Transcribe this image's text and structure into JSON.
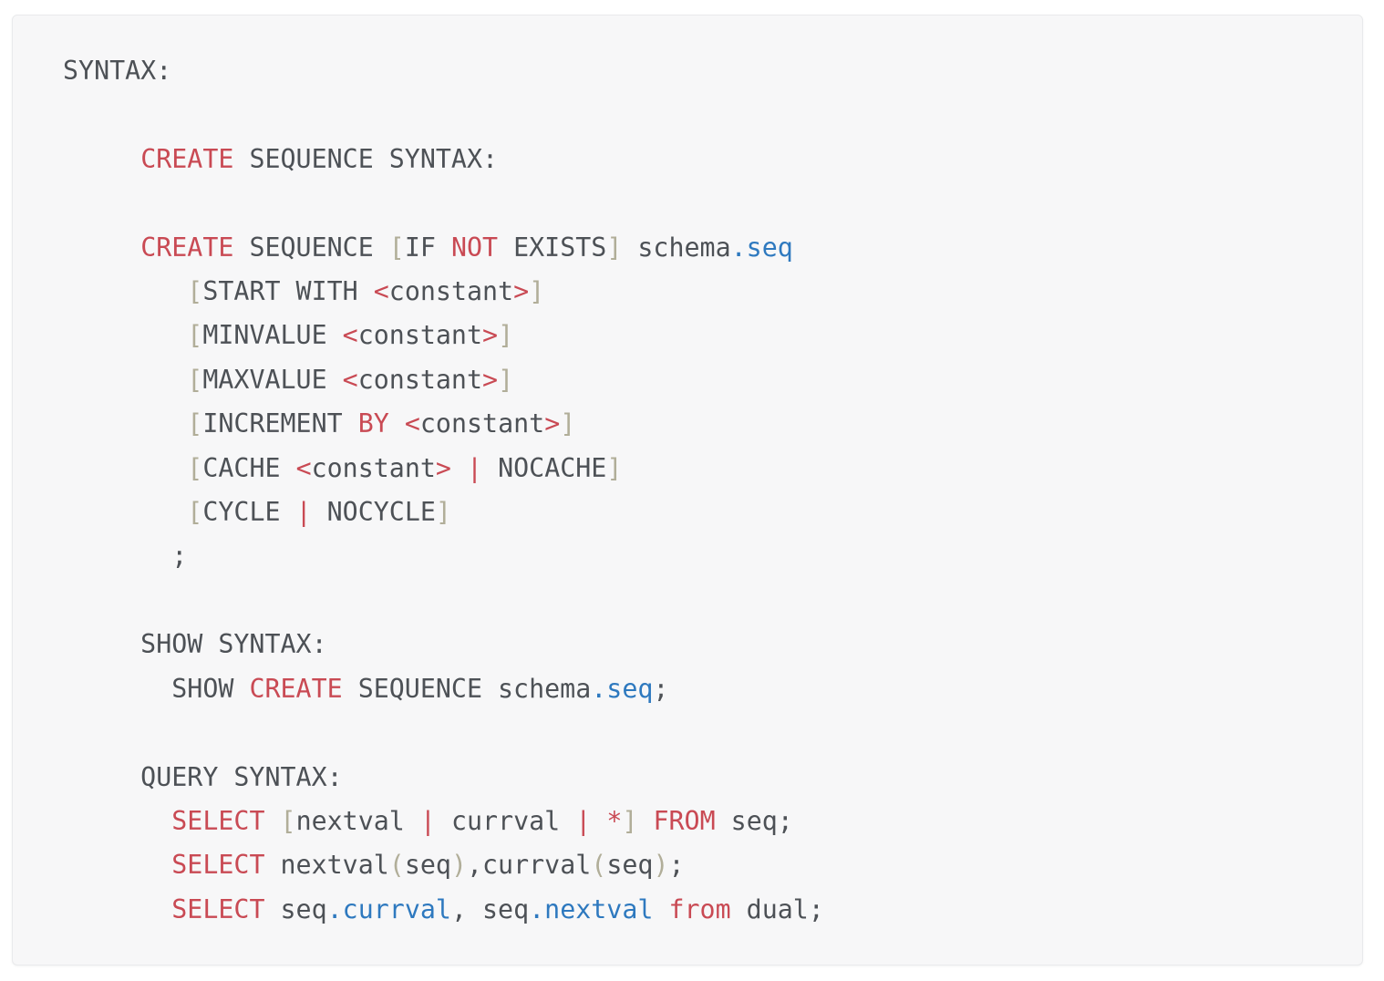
{
  "page": {
    "background_color": "#ffffff"
  },
  "code_block": {
    "language": "sql",
    "background_color": "#f7f7f8",
    "border_color": "#e9eaec",
    "colors": {
      "p": "#4d5156",
      "k": "#c94a54",
      "e": "#2e79bf",
      "b": "#b1ae99"
    },
    "color_roles": {
      "p": "plain-text",
      "k": "keyword-red",
      "e": "entity-blue",
      "b": "bracket-olive"
    },
    "lines": [
      [
        {
          "t": "SYNTAX:",
          "s": "p"
        }
      ],
      [],
      [
        {
          "t": "     ",
          "s": "p"
        },
        {
          "t": "CREATE",
          "s": "k"
        },
        {
          "t": " SEQUENCE SYNTAX:",
          "s": "p"
        }
      ],
      [],
      [
        {
          "t": "     ",
          "s": "p"
        },
        {
          "t": "CREATE",
          "s": "k"
        },
        {
          "t": " SEQUENCE ",
          "s": "p"
        },
        {
          "t": "[",
          "s": "b"
        },
        {
          "t": "IF ",
          "s": "p"
        },
        {
          "t": "NOT",
          "s": "k"
        },
        {
          "t": " EXISTS",
          "s": "p"
        },
        {
          "t": "]",
          "s": "b"
        },
        {
          "t": " schema",
          "s": "p"
        },
        {
          "t": ".seq",
          "s": "e"
        }
      ],
      [
        {
          "t": "        ",
          "s": "p"
        },
        {
          "t": "[",
          "s": "b"
        },
        {
          "t": "START WITH ",
          "s": "p"
        },
        {
          "t": "<",
          "s": "k"
        },
        {
          "t": "constant",
          "s": "p"
        },
        {
          "t": ">",
          "s": "k"
        },
        {
          "t": "]",
          "s": "b"
        }
      ],
      [
        {
          "t": "        ",
          "s": "p"
        },
        {
          "t": "[",
          "s": "b"
        },
        {
          "t": "MINVALUE ",
          "s": "p"
        },
        {
          "t": "<",
          "s": "k"
        },
        {
          "t": "constant",
          "s": "p"
        },
        {
          "t": ">",
          "s": "k"
        },
        {
          "t": "]",
          "s": "b"
        }
      ],
      [
        {
          "t": "        ",
          "s": "p"
        },
        {
          "t": "[",
          "s": "b"
        },
        {
          "t": "MAXVALUE ",
          "s": "p"
        },
        {
          "t": "<",
          "s": "k"
        },
        {
          "t": "constant",
          "s": "p"
        },
        {
          "t": ">",
          "s": "k"
        },
        {
          "t": "]",
          "s": "b"
        }
      ],
      [
        {
          "t": "        ",
          "s": "p"
        },
        {
          "t": "[",
          "s": "b"
        },
        {
          "t": "INCREMENT ",
          "s": "p"
        },
        {
          "t": "BY",
          "s": "k"
        },
        {
          "t": " ",
          "s": "p"
        },
        {
          "t": "<",
          "s": "k"
        },
        {
          "t": "constant",
          "s": "p"
        },
        {
          "t": ">",
          "s": "k"
        },
        {
          "t": "]",
          "s": "b"
        }
      ],
      [
        {
          "t": "        ",
          "s": "p"
        },
        {
          "t": "[",
          "s": "b"
        },
        {
          "t": "CACHE ",
          "s": "p"
        },
        {
          "t": "<",
          "s": "k"
        },
        {
          "t": "constant",
          "s": "p"
        },
        {
          "t": ">",
          "s": "k"
        },
        {
          "t": " ",
          "s": "p"
        },
        {
          "t": "|",
          "s": "k"
        },
        {
          "t": " NOCACHE",
          "s": "p"
        },
        {
          "t": "]",
          "s": "b"
        }
      ],
      [
        {
          "t": "        ",
          "s": "p"
        },
        {
          "t": "[",
          "s": "b"
        },
        {
          "t": "CYCLE ",
          "s": "p"
        },
        {
          "t": "|",
          "s": "k"
        },
        {
          "t": " NOCYCLE",
          "s": "p"
        },
        {
          "t": "]",
          "s": "b"
        }
      ],
      [
        {
          "t": "       ;",
          "s": "p"
        }
      ],
      [],
      [
        {
          "t": "     SHOW SYNTAX:",
          "s": "p"
        }
      ],
      [
        {
          "t": "       SHOW ",
          "s": "p"
        },
        {
          "t": "CREATE",
          "s": "k"
        },
        {
          "t": " SEQUENCE schema",
          "s": "p"
        },
        {
          "t": ".seq",
          "s": "e"
        },
        {
          "t": ";",
          "s": "p"
        }
      ],
      [],
      [
        {
          "t": "     QUERY SYNTAX:",
          "s": "p"
        }
      ],
      [
        {
          "t": "       ",
          "s": "p"
        },
        {
          "t": "SELECT",
          "s": "k"
        },
        {
          "t": " ",
          "s": "p"
        },
        {
          "t": "[",
          "s": "b"
        },
        {
          "t": "nextval ",
          "s": "p"
        },
        {
          "t": "|",
          "s": "k"
        },
        {
          "t": " currval ",
          "s": "p"
        },
        {
          "t": "|",
          "s": "k"
        },
        {
          "t": " ",
          "s": "p"
        },
        {
          "t": "*",
          "s": "k"
        },
        {
          "t": "]",
          "s": "b"
        },
        {
          "t": " ",
          "s": "p"
        },
        {
          "t": "FROM",
          "s": "k"
        },
        {
          "t": " seq;",
          "s": "p"
        }
      ],
      [
        {
          "t": "       ",
          "s": "p"
        },
        {
          "t": "SELECT",
          "s": "k"
        },
        {
          "t": " nextval",
          "s": "p"
        },
        {
          "t": "(",
          "s": "b"
        },
        {
          "t": "seq",
          "s": "p"
        },
        {
          "t": ")",
          "s": "b"
        },
        {
          "t": ",currval",
          "s": "p"
        },
        {
          "t": "(",
          "s": "b"
        },
        {
          "t": "seq",
          "s": "p"
        },
        {
          "t": ")",
          "s": "b"
        },
        {
          "t": ";",
          "s": "p"
        }
      ],
      [
        {
          "t": "       ",
          "s": "p"
        },
        {
          "t": "SELECT",
          "s": "k"
        },
        {
          "t": " seq",
          "s": "p"
        },
        {
          "t": ".currval",
          "s": "e"
        },
        {
          "t": ", seq",
          "s": "p"
        },
        {
          "t": ".nextval",
          "s": "e"
        },
        {
          "t": " ",
          "s": "p"
        },
        {
          "t": "from",
          "s": "k"
        },
        {
          "t": " dual;",
          "s": "p"
        }
      ]
    ]
  }
}
